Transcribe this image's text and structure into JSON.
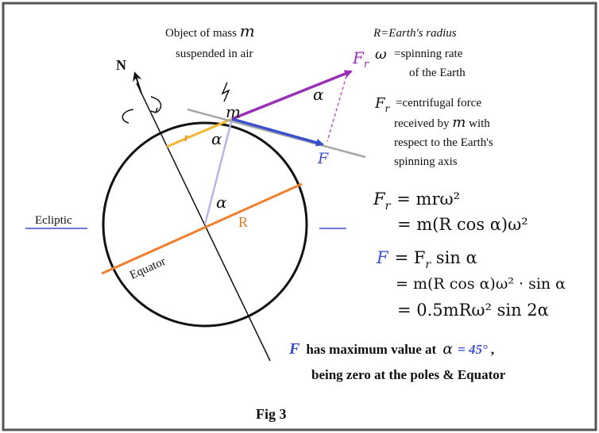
{
  "figure": {
    "caption": "Fig 3",
    "object_label_line1": "Object of mass",
    "object_label_m": "m",
    "object_label_line2": "suspended in air",
    "north_label": "N",
    "mass_label": "m",
    "small_r_label": "r",
    "big_r_label": "R",
    "alpha_label": "α",
    "fr_label": "F",
    "fr_sub": "r",
    "f_label": "F",
    "equator_label": "Equator",
    "ecliptic_label": "Ecliptic"
  },
  "legend": {
    "r_def": "R=Earth's radius",
    "omega_symbol": "ω",
    "omega_def_1": "=spinning rate",
    "omega_def_2": "of the Earth",
    "fr_symbol": "F",
    "fr_symbol_sub": "r",
    "fr_def_1": "=centrifugal force",
    "fr_def_2": "received by",
    "fr_def_2_m": "m",
    "fr_def_2_end": "with",
    "fr_def_3": "respect to the Earth's",
    "fr_def_4": "spinning axis"
  },
  "equations": {
    "eq1_lhs": "F",
    "eq1_lhs_sub": "r",
    "eq1_rhs": "= mrω²",
    "eq2": "= m(R cos α)ω²",
    "eq3_lhs": "F",
    "eq3_rhs": "= F",
    "eq3_rhs_sub": "r",
    "eq3_rhs_end": " sin α",
    "eq4": "= m(R cos α)ω² · sin α",
    "eq5": "= 0.5mRω² sin 2α"
  },
  "conclusion": {
    "f_symbol": "F",
    "line1": "has maximum value at",
    "alpha": "α",
    "value": "= 45°",
    "line1_end": ",",
    "line2": "being zero at the poles & Equator"
  },
  "colors": {
    "fr_arrow": "#9b30b8",
    "f_arrow": "#3a4fd0",
    "equator": "#f07f2f",
    "small_r": "#f2b731",
    "frame": "#555555"
  }
}
